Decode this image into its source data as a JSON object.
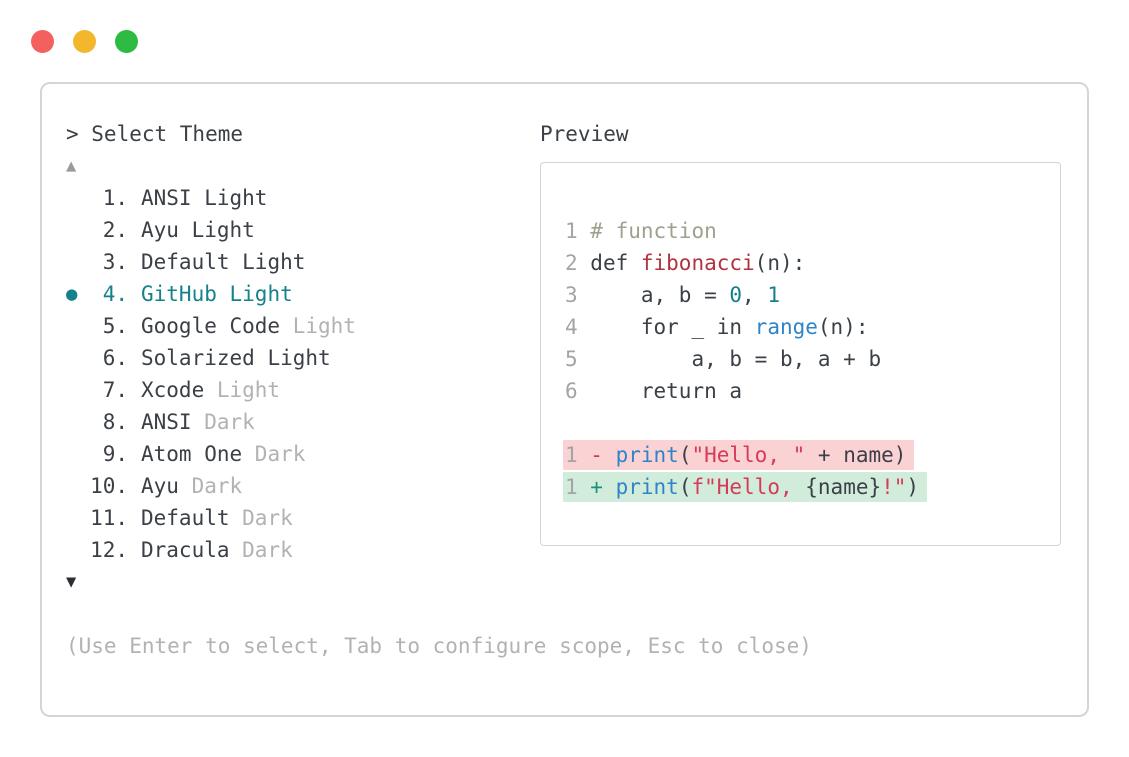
{
  "window": {
    "traffic_lights": [
      {
        "name": "close",
        "color": "#f2615e"
      },
      {
        "name": "minimize",
        "color": "#f3b72d"
      },
      {
        "name": "zoom",
        "color": "#2ebb41"
      }
    ]
  },
  "palette": {
    "text": "#3a4046",
    "muted": "#b2b2b2",
    "line_number": "#a4a4a4",
    "teal": "#15818a",
    "comment": "#9da28e",
    "func_red": "#b1333f",
    "number_teal": "#11808a",
    "blue": "#2e84c6",
    "string_red": "#d53a58",
    "del_sign": "#cf3a4d",
    "add_sign": "#17907f",
    "del_bg": "#fad2d4",
    "add_bg": "#d2ecdb"
  },
  "selector": {
    "title": "> Select Theme",
    "scroll_up_icon": "▲",
    "scroll_down_icon": "▼",
    "items": [
      {
        "number": "1",
        "name": "ANSI",
        "suffix": "Light",
        "suffix_muted": false,
        "selected": false
      },
      {
        "number": "2",
        "name": "Ayu",
        "suffix": "Light",
        "suffix_muted": false,
        "selected": false
      },
      {
        "number": "3",
        "name": "Default",
        "suffix": "Light",
        "suffix_muted": false,
        "selected": false
      },
      {
        "number": "4",
        "name": "GitHub",
        "suffix": "Light",
        "suffix_muted": false,
        "selected": true
      },
      {
        "number": "5",
        "name": "Google Code",
        "suffix": "Light",
        "suffix_muted": true,
        "selected": false
      },
      {
        "number": "6",
        "name": "Solarized",
        "suffix": "Light",
        "suffix_muted": false,
        "selected": false
      },
      {
        "number": "7",
        "name": "Xcode",
        "suffix": "Light",
        "suffix_muted": true,
        "selected": false
      },
      {
        "number": "8",
        "name": "ANSI",
        "suffix": "Dark",
        "suffix_muted": true,
        "selected": false
      },
      {
        "number": "9",
        "name": "Atom One",
        "suffix": "Dark",
        "suffix_muted": true,
        "selected": false
      },
      {
        "number": "10",
        "name": "Ayu",
        "suffix": "Dark",
        "suffix_muted": true,
        "selected": false
      },
      {
        "number": "11",
        "name": "Default",
        "suffix": "Dark",
        "suffix_muted": true,
        "selected": false
      },
      {
        "number": "12",
        "name": "Dracula",
        "suffix": "Dark",
        "suffix_muted": true,
        "selected": false
      }
    ],
    "help": "(Use Enter to select, Tab to configure scope, Esc to close)"
  },
  "preview": {
    "title": "Preview",
    "lines": [
      {
        "num": "1",
        "tokens": [
          {
            "t": "# function",
            "c": "comment"
          }
        ]
      },
      {
        "num": "2",
        "tokens": [
          {
            "t": "def ",
            "c": "text"
          },
          {
            "t": "fibonacci",
            "c": "func_red"
          },
          {
            "t": "(n):",
            "c": "text"
          }
        ]
      },
      {
        "num": "3",
        "tokens": [
          {
            "t": "    a, b = ",
            "c": "text"
          },
          {
            "t": "0",
            "c": "number_teal"
          },
          {
            "t": ", ",
            "c": "text"
          },
          {
            "t": "1",
            "c": "number_teal"
          }
        ]
      },
      {
        "num": "4",
        "tokens": [
          {
            "t": "    for _ in ",
            "c": "text"
          },
          {
            "t": "range",
            "c": "blue"
          },
          {
            "t": "(n):",
            "c": "text"
          }
        ]
      },
      {
        "num": "5",
        "tokens": [
          {
            "t": "        a, b = b, a + b",
            "c": "text"
          }
        ]
      },
      {
        "num": "6",
        "tokens": [
          {
            "t": "    return a",
            "c": "text"
          }
        ]
      },
      {
        "blank": true
      },
      {
        "num": "1",
        "bg": "del_bg",
        "tokens": [
          {
            "t": "- ",
            "c": "del_sign"
          },
          {
            "t": "print",
            "c": "blue"
          },
          {
            "t": "(",
            "c": "text"
          },
          {
            "t": "\"Hello, \"",
            "c": "string_red"
          },
          {
            "t": " + name)",
            "c": "text"
          }
        ]
      },
      {
        "num": "1",
        "bg": "add_bg",
        "tokens": [
          {
            "t": "+ ",
            "c": "add_sign"
          },
          {
            "t": "print",
            "c": "blue"
          },
          {
            "t": "(",
            "c": "text"
          },
          {
            "t": "f\"Hello, ",
            "c": "string_red"
          },
          {
            "t": "{name}",
            "c": "text"
          },
          {
            "t": "!\"",
            "c": "string_red"
          },
          {
            "t": ")",
            "c": "text"
          }
        ]
      }
    ]
  }
}
